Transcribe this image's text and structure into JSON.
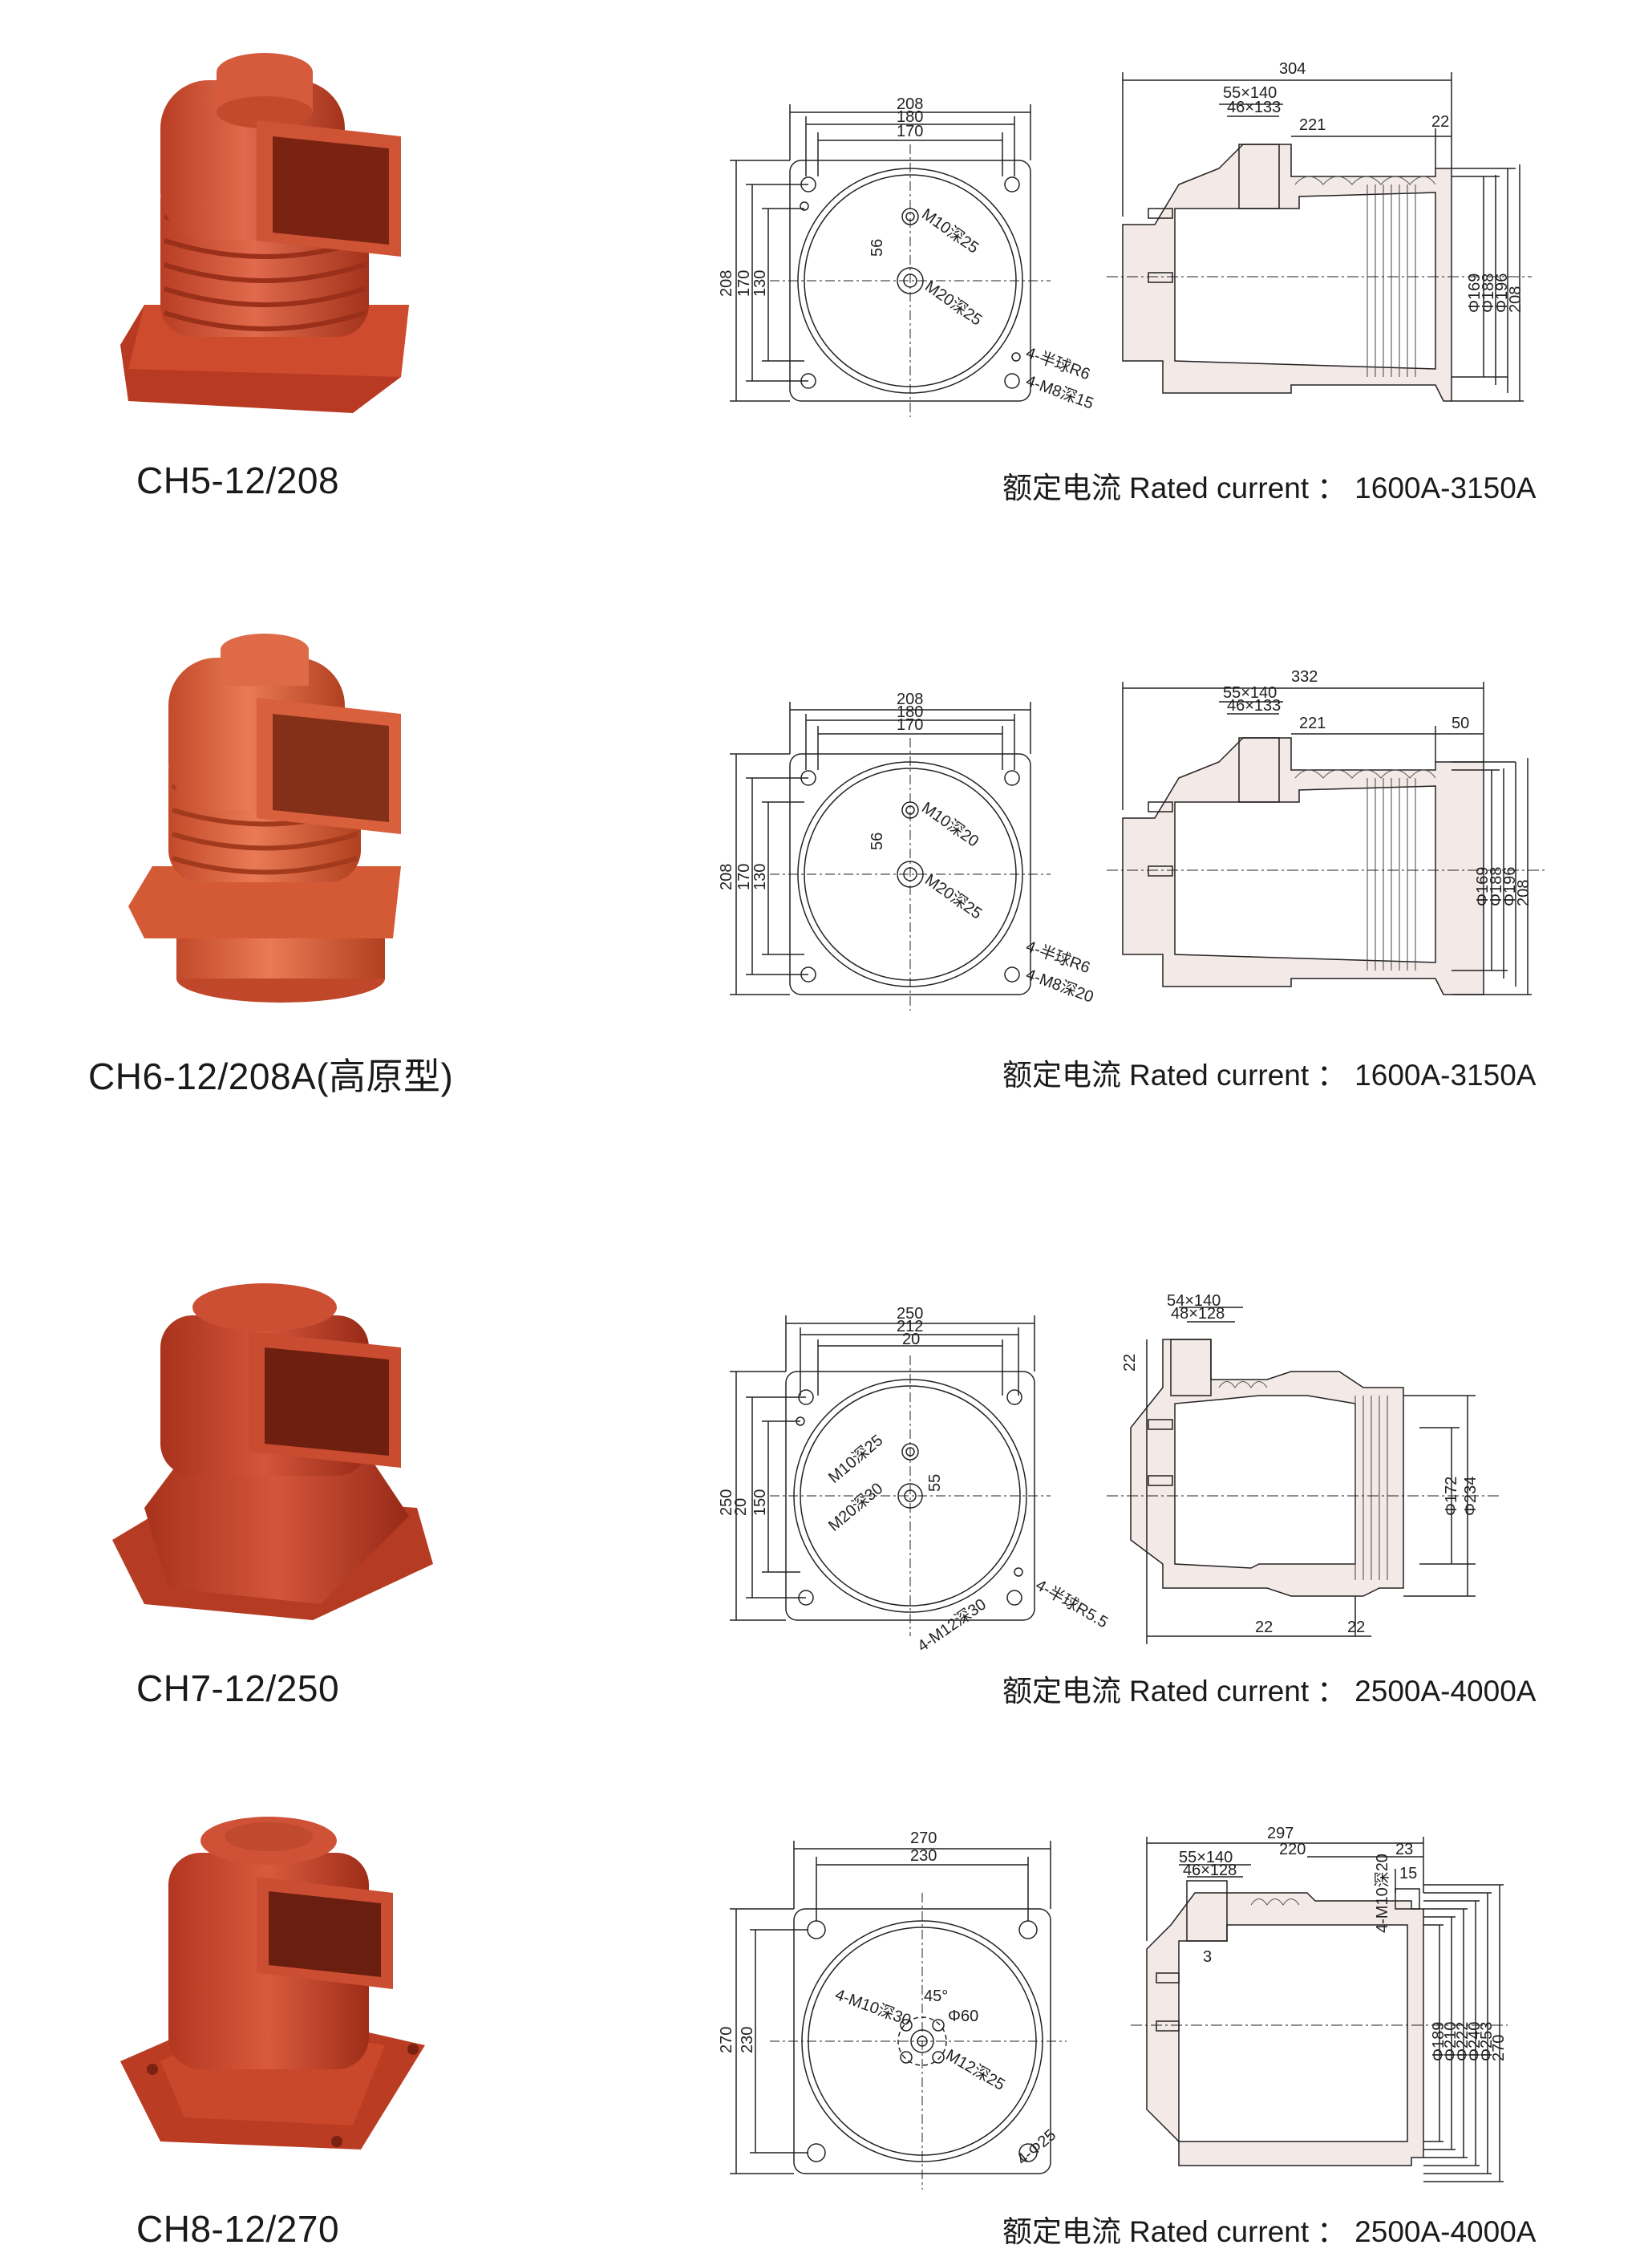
{
  "products": [
    {
      "model": "CH5-12/208",
      "rating_cn": "额定电流",
      "rating_en": "Rated current",
      "rating_sep": "：",
      "rating_value": "1600A-3150A",
      "front": {
        "outer": "208",
        "mid": "180",
        "inner": "170",
        "h_outer": "208",
        "h_mid": "170",
        "h_inner": "130",
        "offset": "56",
        "thread1": "M10深25",
        "thread2": "M20深25",
        "note1": "4-半球R6",
        "note2": "4-M8深15"
      },
      "side": {
        "total": "304",
        "body": "221",
        "end": "22",
        "win1": "55×140",
        "win2": "46×133",
        "diameters": [
          "Φ169",
          "Φ188",
          "Φ196",
          "208"
        ]
      }
    },
    {
      "model": "CH6-12/208A(高原型)",
      "rating_cn": "额定电流",
      "rating_en": "Rated current",
      "rating_sep": "：",
      "rating_value": "1600A-3150A",
      "front": {
        "outer": "208",
        "mid": "180",
        "inner": "170",
        "h_outer": "208",
        "h_mid": "170",
        "h_inner": "130",
        "offset": "56",
        "thread1": "M10深20",
        "thread2": "M20深25",
        "note1": "4-半球R6",
        "note2": "4-M8深20"
      },
      "side": {
        "total": "332",
        "body": "221",
        "end": "50",
        "win1": "55×140",
        "win2": "46×133",
        "diameters": [
          "Φ169",
          "Φ188",
          "Φ196",
          "208"
        ]
      }
    },
    {
      "model": "CH7-12/250",
      "rating_cn": "额定电流",
      "rating_en": "Rated current",
      "rating_sep": "：",
      "rating_value": "2500A-4000A",
      "front": {
        "outer": "250",
        "mid": "212",
        "inner": "20",
        "h_outer": "250",
        "h_mid": "20",
        "h_inner": "150",
        "offset": "55",
        "thread1": "M10深25",
        "thread2": "M20深30",
        "note1": "4-半球R5.5",
        "note2": "4-M12深30"
      },
      "side": {
        "total": "",
        "body": "22",
        "end": "22",
        "win1": "54×140",
        "win2": "48×128",
        "top": "22",
        "diameters": [
          "Φ172",
          "Φ234"
        ]
      }
    },
    {
      "model": "CH8-12/270",
      "rating_cn": "额定电流",
      "rating_en": "Rated current",
      "rating_sep": "：",
      "rating_value": "2500A-4000A",
      "front": {
        "outer": "270",
        "mid": "230",
        "inner": "",
        "h_outer": "270",
        "h_mid": "230",
        "h_inner": "",
        "offset": "45°",
        "thread1": "4-M10深30",
        "thread2": "M12深25",
        "note1": "4-Φ25",
        "note2": "",
        "pcd": "Φ60"
      },
      "side": {
        "total": "297",
        "body": "220",
        "end": "23",
        "win1": "55×140",
        "win2": "46×128",
        "top": "4-M10深20",
        "small": "15",
        "gap": "3",
        "diameters": [
          "Φ189",
          "Φ210",
          "Φ222",
          "Φ240",
          "Φ253",
          "270"
        ]
      }
    }
  ],
  "colors": {
    "insulator": "#c8472c",
    "insulator_dark": "#8e2a18",
    "insulator_light": "#e0745a",
    "line": "#222222"
  }
}
